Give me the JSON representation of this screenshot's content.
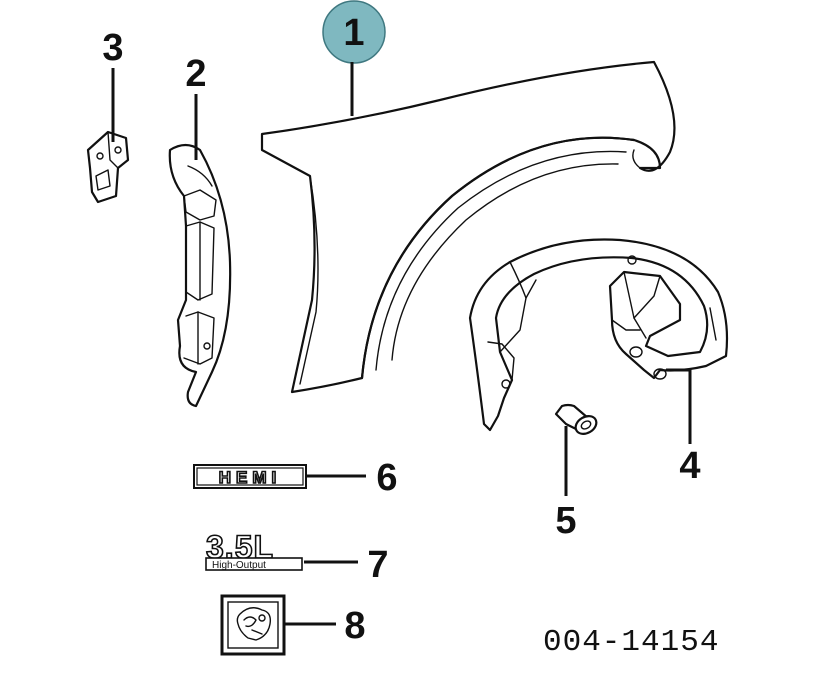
{
  "callouts": {
    "c1": "1",
    "c2": "2",
    "c3": "3",
    "c4": "4",
    "c5": "5",
    "c6": "6",
    "c7": "7",
    "c8": "8"
  },
  "emblems": {
    "hemi": "HEMI",
    "displacement": "3.5L",
    "output": "High-Output"
  },
  "drawing_number": "004-14154",
  "colors": {
    "highlight_circle": "#7fb8c0",
    "line": "#111111"
  }
}
